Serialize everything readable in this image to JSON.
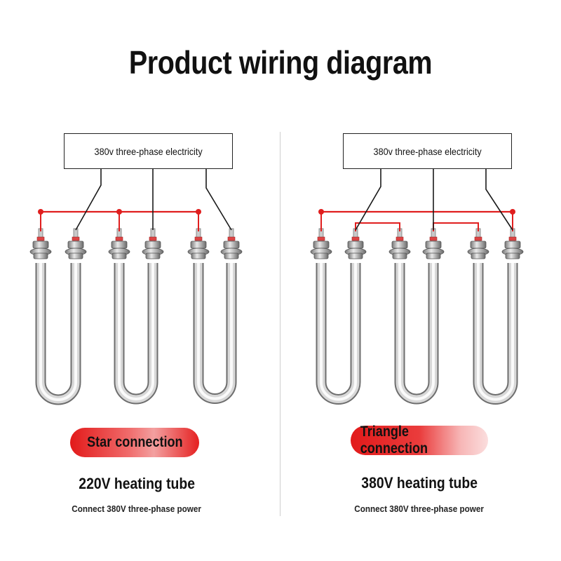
{
  "page": {
    "title": "Product wiring diagram"
  },
  "panels": [
    {
      "id": "star",
      "source_label": "380v three-phase electricity",
      "connection_label": "Star connection",
      "tube_voltage": "220V heating tube",
      "power_note": "Connect 380V three-phase power"
    },
    {
      "id": "triangle",
      "source_label": "380v three-phase electricity",
      "connection_label": "Triangle connection",
      "tube_voltage": "380V heating tube",
      "power_note": "Connect 380V three-phase power"
    }
  ],
  "colors": {
    "wire_red": "#e01e1e",
    "wire_black": "#1a1a1a",
    "tube_light": "#f2f2f2",
    "tube_dark": "#8a8a8a"
  }
}
